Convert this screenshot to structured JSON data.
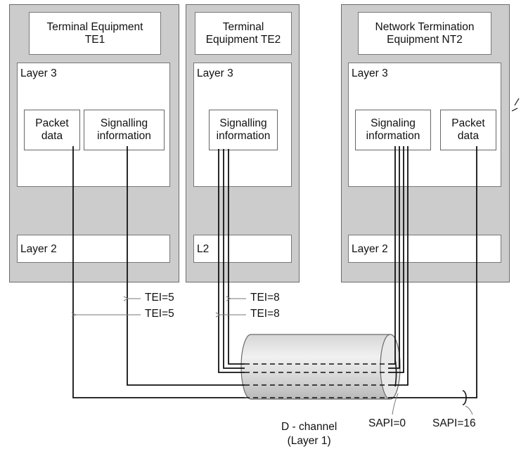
{
  "te1": {
    "title": [
      "Terminal Equipment",
      "TE1"
    ],
    "layer3": "Layer 3",
    "packet": [
      "Packet",
      "data"
    ],
    "signalling": [
      "Signalling",
      "information"
    ],
    "layer2": "Layer 2",
    "tei_upper": "TEI=5",
    "tei_lower": "TEI=5"
  },
  "te2": {
    "title": [
      "Terminal",
      "Equipment TE2"
    ],
    "layer3": "Layer 3",
    "signalling": [
      "Signalling",
      "information"
    ],
    "layer2": "L2",
    "tei_upper": "TEI=8",
    "tei_lower": "TEI=8"
  },
  "nt2": {
    "title": [
      "Network Termination",
      "Equipment NT2"
    ],
    "layer3": "Layer 3",
    "signalling": [
      "Signaling",
      "information"
    ],
    "packet": [
      "Packet",
      "data"
    ],
    "layer2": "Layer 2"
  },
  "channel": {
    "label": [
      "D - channel",
      "(Layer 1)"
    ],
    "sapi0": "SAPI=0",
    "sapi16": "SAPI=16"
  },
  "colors": {
    "panel": "#cccccc",
    "line": "#111111",
    "arrow": "#777777"
  }
}
